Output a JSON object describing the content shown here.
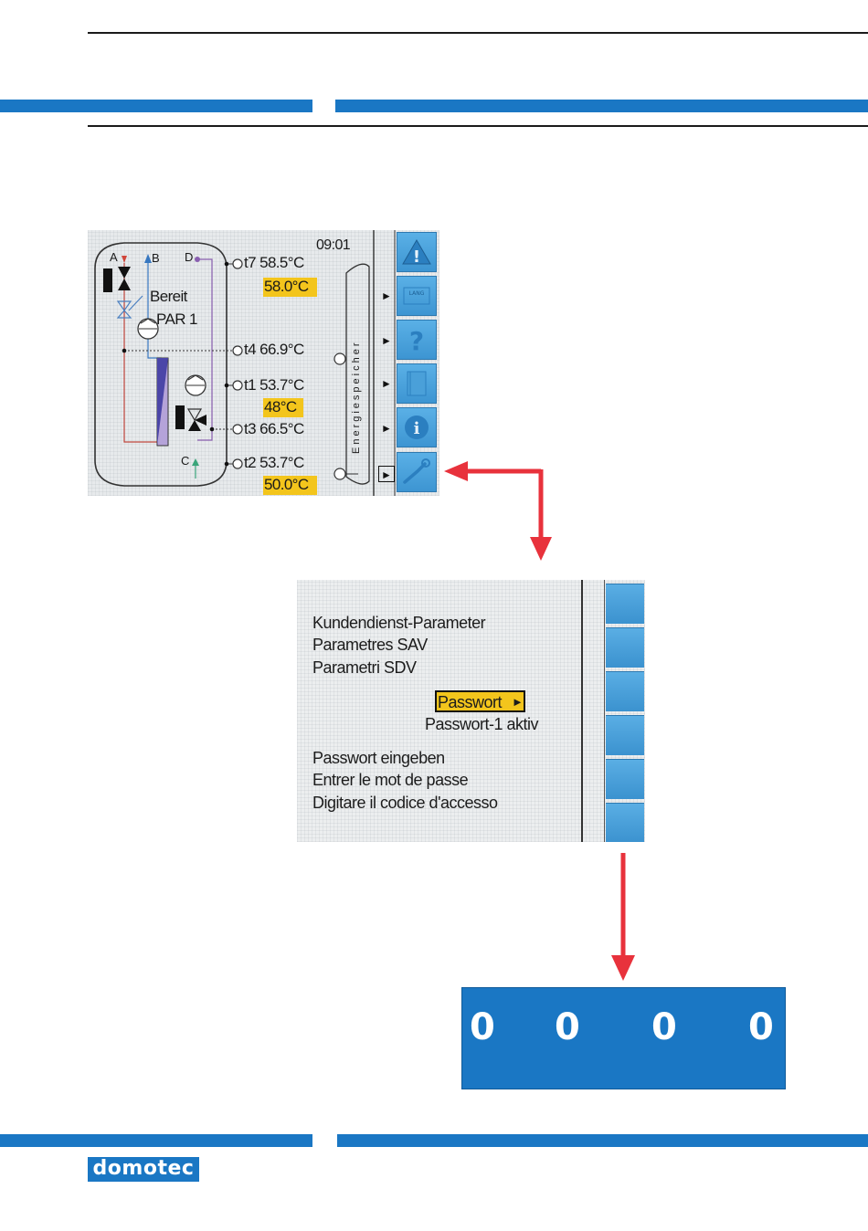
{
  "screen1": {
    "time": "09:01",
    "labels": {
      "a": "A",
      "b": "B",
      "c": "C",
      "d": "D"
    },
    "status_line1": "Bereit",
    "status_line2": "PAR 1",
    "sensors": [
      {
        "id": "t7",
        "label": "t7 58.5°C",
        "setpoint": "58.0°C"
      },
      {
        "id": "t4",
        "label": "t4 66.9°C"
      },
      {
        "id": "t1",
        "label": "t1 53.7°C",
        "setpoint": "48°C"
      },
      {
        "id": "t3",
        "label": "t3 66.5°C"
      },
      {
        "id": "t2",
        "label": "t2 53.7°C",
        "setpoint": "50.0°C"
      }
    ],
    "storage_label": "Energiespeicher",
    "buttons": [
      {
        "icon": "warning-icon",
        "text": "!"
      },
      {
        "icon": "language-icon",
        "text": "LANG"
      },
      {
        "icon": "help-icon",
        "text": "?"
      },
      {
        "icon": "book-icon",
        "text": ""
      },
      {
        "icon": "info-icon",
        "text": "i"
      },
      {
        "icon": "wrench-icon",
        "text": ""
      }
    ],
    "tab_arrow": "►"
  },
  "screen2": {
    "title_de": "Kundendienst-Parameter",
    "title_fr": "Parametres SAV",
    "title_it": "Parametri SDV",
    "password_button": "Passwort",
    "password_arrow": "►",
    "password_status": "Passwort-1 aktiv",
    "prompt_de": "Passwort eingeben",
    "prompt_fr": "Entrer le mot de passe",
    "prompt_it": "Digitare il codice d'accesso"
  },
  "code_panel": {
    "digits": [
      "0",
      "0",
      "0",
      "0"
    ]
  },
  "footer": {
    "logo": "domotec"
  },
  "colors": {
    "brand_blue": "#1a77c4",
    "highlight_yellow": "#f3c51c",
    "arrow_red": "#e8323c"
  }
}
